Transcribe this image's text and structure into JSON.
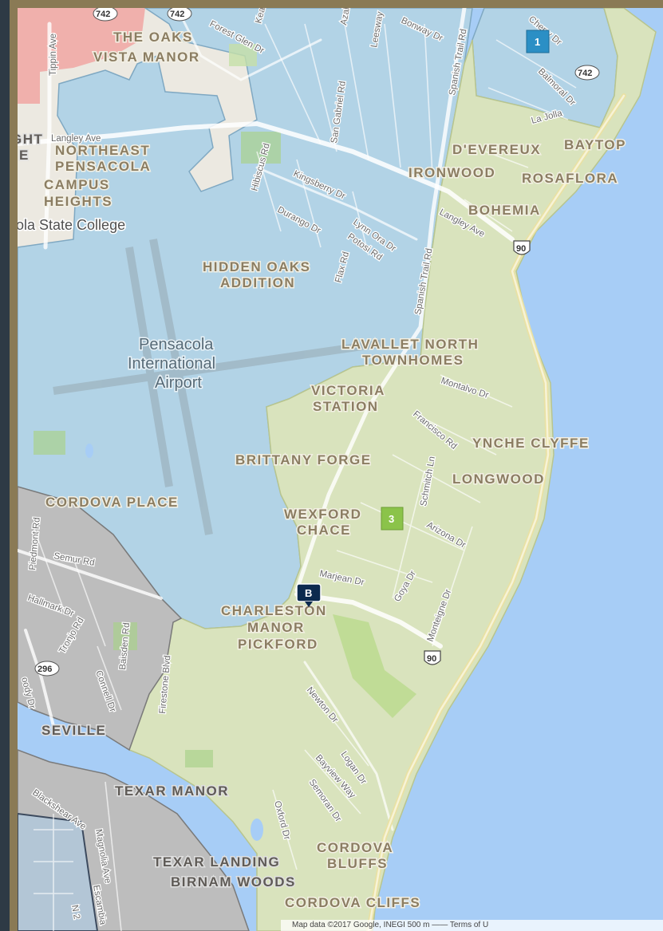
{
  "colors": {
    "water": "#a7cdf6",
    "zone_blue": "#b2d3e6",
    "zone_green": "#d9e3bd",
    "zone_gray": "#bdbdbd",
    "zone_red": "#f0b0ac",
    "land_plain": "#ece9e1",
    "marker_blue": "#2b8fc5",
    "marker_green": "#8bc34a",
    "marker_navy": "#0c2a4e",
    "frame": "#8a7a55"
  },
  "neighborhoods": [
    {
      "id": "the-oaks",
      "text": "THE OAKS"
    },
    {
      "id": "vista-manor",
      "text": "VISTA MANOR"
    },
    {
      "id": "northeast-pensacola-1",
      "text": "NORTHEAST"
    },
    {
      "id": "northeast-pensacola-2",
      "text": "PENSACOLA"
    },
    {
      "id": "campus-heights-1",
      "text": "CAMPUS"
    },
    {
      "id": "campus-heights-2",
      "text": "HEIGHTS"
    },
    {
      "id": "deverux",
      "text": "D'EVEREUX"
    },
    {
      "id": "baytop",
      "text": "BAYTOP"
    },
    {
      "id": "ironwood",
      "text": "IRONWOOD"
    },
    {
      "id": "rosaflora",
      "text": "ROSAFLORA"
    },
    {
      "id": "bohemia",
      "text": "BOHEMIA"
    },
    {
      "id": "hidden-oaks-1",
      "text": "HIDDEN OAKS"
    },
    {
      "id": "hidden-oaks-2",
      "text": "ADDITION"
    },
    {
      "id": "lavallet-1",
      "text": "LAVALLET NORTH"
    },
    {
      "id": "lavallet-2",
      "text": "TOWNHOMES"
    },
    {
      "id": "victoria-1",
      "text": "VICTORIA"
    },
    {
      "id": "victoria-2",
      "text": "STATION"
    },
    {
      "id": "ynche-clyffe",
      "text": "YNCHE CLYFFE"
    },
    {
      "id": "brittany-forge",
      "text": "BRITTANY FORGE"
    },
    {
      "id": "longwood",
      "text": "LONGWOOD"
    },
    {
      "id": "cordova-place",
      "text": "CORDOVA PLACE"
    },
    {
      "id": "wexford-1",
      "text": "WEXFORD"
    },
    {
      "id": "wexford-2",
      "text": "CHACE"
    },
    {
      "id": "charleston-manor-1",
      "text": "CHARLESTON"
    },
    {
      "id": "charleston-manor-2",
      "text": "MANOR"
    },
    {
      "id": "pickford",
      "text": "PICKFORD"
    },
    {
      "id": "seville",
      "text": "SEVILLE"
    },
    {
      "id": "texar-manor",
      "text": "TEXAR MANOR"
    },
    {
      "id": "cordova-bluffs-1",
      "text": "CORDOVA"
    },
    {
      "id": "cordova-bluffs-2",
      "text": "BLUFFS"
    },
    {
      "id": "texar-landing",
      "text": "TEXAR LANDING"
    },
    {
      "id": "birnam-woods",
      "text": "BIRNAM WOODS"
    },
    {
      "id": "cordova-cliffs",
      "text": "CORDOVA CLIFFS"
    },
    {
      "id": "ght",
      "text": "GHT"
    },
    {
      "id": "e-edge",
      "text": "E"
    }
  ],
  "streets": [
    {
      "id": "tippin-ave",
      "text": "Tippin Ave"
    },
    {
      "id": "forest-glen-dr",
      "text": "Forest Glen Dr"
    },
    {
      "id": "keat",
      "text": "Keat"
    },
    {
      "id": "azal",
      "text": "Azal"
    },
    {
      "id": "leesway",
      "text": "Leesway"
    },
    {
      "id": "bonway-dr",
      "text": "Bonway Dr"
    },
    {
      "id": "spanish-trail-rd-1",
      "text": "Spanish Trail Rd"
    },
    {
      "id": "cherry-dr",
      "text": "Cherry Dr"
    },
    {
      "id": "balmoral-dr",
      "text": "Balmoral Dr"
    },
    {
      "id": "la-jolla",
      "text": "La Jolla"
    },
    {
      "id": "langley-ave-w",
      "text": "Langley Ave"
    },
    {
      "id": "san-gabriel-rd",
      "text": "San Gabriel Rd"
    },
    {
      "id": "hibiscus-rd",
      "text": "Hibiscus Rd"
    },
    {
      "id": "kingsberry-dr",
      "text": "Kingsberry Dr"
    },
    {
      "id": "durango-dr",
      "text": "Durango Dr"
    },
    {
      "id": "lynn-ora-dr",
      "text": "Lynn Ora Dr"
    },
    {
      "id": "potosi-rd",
      "text": "Potosi Rd"
    },
    {
      "id": "flax-rd",
      "text": "Flax Rd"
    },
    {
      "id": "spanish-trail-rd-2",
      "text": "Spanish Trail Rd"
    },
    {
      "id": "langley-ave-e",
      "text": "Langley Ave"
    },
    {
      "id": "montalvo-dr",
      "text": "Montalvo Dr"
    },
    {
      "id": "francisco-rd",
      "text": "Francisco Rd"
    },
    {
      "id": "schmitch-ln",
      "text": "Schmitch Ln"
    },
    {
      "id": "arizona-dr",
      "text": "Arizona Dr"
    },
    {
      "id": "marjean-dr",
      "text": "Marjean Dr"
    },
    {
      "id": "goya-dr",
      "text": "Goya Dr"
    },
    {
      "id": "monteigne-dr",
      "text": "Monteigne Dr"
    },
    {
      "id": "piedmont-rd",
      "text": "Piedmont Rd"
    },
    {
      "id": "semur-rd",
      "text": "Semur Rd"
    },
    {
      "id": "hallmark-dr",
      "text": "Hallmark Dr"
    },
    {
      "id": "tronjo-rd",
      "text": "Tronjo Rd"
    },
    {
      "id": "baisden-rd",
      "text": "Baisden Rd"
    },
    {
      "id": "connell-dr",
      "text": "Connell Dr"
    },
    {
      "id": "goody-dr",
      "text": "oody Dr"
    },
    {
      "id": "firestone-blvd",
      "text": "Firestone Blvd"
    },
    {
      "id": "newton-dr",
      "text": "Newton Dr"
    },
    {
      "id": "logan-dr",
      "text": "Logan Dr"
    },
    {
      "id": "bayview-way",
      "text": "Bayview Way"
    },
    {
      "id": "semoran-dr",
      "text": "Semoran Dr"
    },
    {
      "id": "oxford-dr",
      "text": "Oxford Dr"
    },
    {
      "id": "blackshear-ave",
      "text": "Blackshear Ave"
    },
    {
      "id": "magnolia-ave",
      "text": "Magnolia Ave"
    },
    {
      "id": "escambia",
      "text": "Escambia"
    },
    {
      "id": "n-2",
      "text": "N 2"
    }
  ],
  "places": {
    "airport_line1": "Pensacola",
    "airport_line2": "International",
    "airport_line3": "Airport",
    "college": "ola State College"
  },
  "shields": {
    "r742_a": "742",
    "r742_b": "742",
    "r742_c": "742",
    "us90_a": "90",
    "us90_b": "90",
    "r296": "296"
  },
  "markers": {
    "zone1": "1",
    "zone3": "3",
    "point_b": "B"
  },
  "attribution": "Map data ©2017 Google, INEGI   500 m ——   Terms of U"
}
